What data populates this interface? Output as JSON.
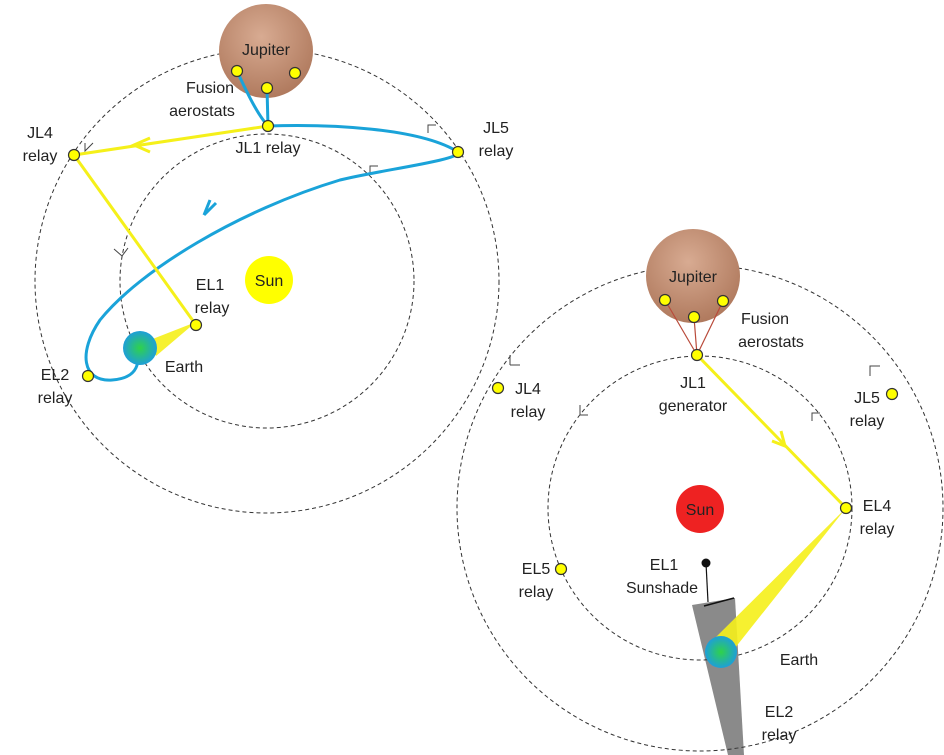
{
  "colors": {
    "beam": "#f5f01a",
    "trajectory": "#1aa3d9",
    "node": "#ffff00",
    "jupiter": "#c9957a",
    "sun_left": "#ffff00",
    "sun_right": "#ee2222",
    "tether": "#b94a3a",
    "shadow": "#8a8a8a"
  },
  "left": {
    "jupiter": "Jupiter",
    "fusion": [
      "Fusion",
      "aerostats"
    ],
    "jl1": "JL1 relay",
    "jl4": [
      "JL4",
      "relay"
    ],
    "jl5": [
      "JL5",
      "relay"
    ],
    "el1": [
      "EL1",
      "relay"
    ],
    "el2": [
      "EL2",
      "relay"
    ],
    "sun": "Sun",
    "earth": "Earth"
  },
  "right": {
    "jupiter": "Jupiter",
    "fusion": [
      "Fusion",
      "aerostats"
    ],
    "jl1": [
      "JL1",
      "generator"
    ],
    "jl4": [
      "JL4",
      "relay"
    ],
    "jl5": [
      "JL5",
      "relay"
    ],
    "el4": [
      "EL4",
      "relay"
    ],
    "el5": [
      "EL5",
      "relay"
    ],
    "el1": [
      "EL1",
      "Sunshade"
    ],
    "el2": [
      "EL2",
      "relay"
    ],
    "sun": "Sun",
    "earth": "Earth"
  }
}
